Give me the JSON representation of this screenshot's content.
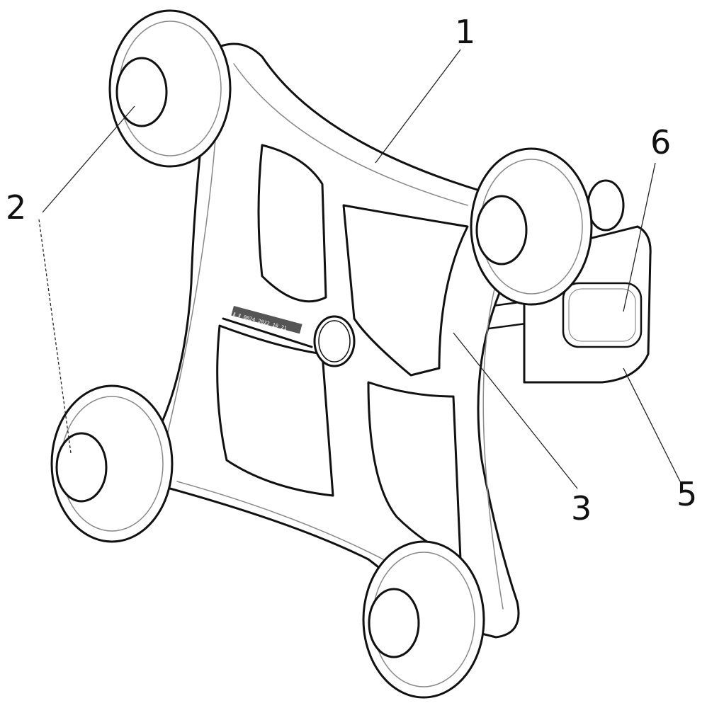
{
  "labels": {
    "frame": "1",
    "knob": "2",
    "rod": "3",
    "base": "5",
    "pad": "6"
  },
  "engraving": "Ⅱ Ⅱ 0024 2022 10 21"
}
